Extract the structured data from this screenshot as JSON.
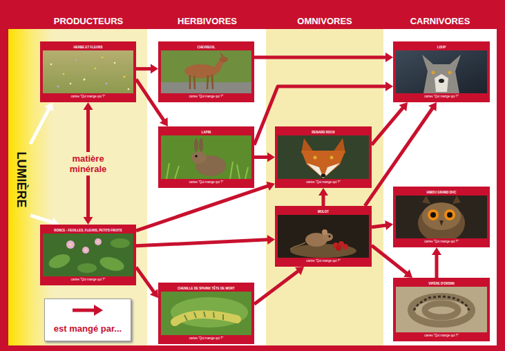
{
  "diagram": {
    "nodes": [
      {
        "text": [
          "LUMIÈRE"
        ]
      },
      {
        "text": [
          "HERBE ET FLEURS",
          "cartes \"Qui mange qui ?\""
        ]
      },
      {
        "text": [
          "CHEVREUIL",
          "cartes \"Qui mange qui ?\""
        ]
      },
      {
        "text": [
          "LOUP",
          "cartes \"Qui mange qui ?\""
        ]
      },
      {
        "text": [
          "LAPIN",
          "cartes \"Qui mange qui ?\""
        ]
      },
      {
        "text": [
          "RENARD ROUX",
          "cartes \"Qui mange qui ?\""
        ]
      },
      {
        "text": [
          "HIBOU GRAND DUC",
          "cartes \"Qui mange qui ?\""
        ]
      },
      {
        "text": [
          "RONCE - FEUILLES, FLEURS, PETITS FRUITS",
          "cartes \"Qui mange qui ?\""
        ]
      },
      {
        "text": [
          "MULOT",
          "cartes \"Qui mange qui ?\""
        ]
      },
      {
        "text": [
          "CHENILLE DE SPHINX TÊTE DE MORT",
          "cartes \"Qui mange qui ?\""
        ]
      },
      {
        "text": [
          "VIPÈRE D'ORSINI",
          "cartes \"Qui mange qui ?\""
        ]
      }
    ],
    "edges": [
      {
        "from": 0,
        "to": 1,
        "arrow": "to"
      },
      {
        "from": 0,
        "to": 7,
        "arrow": "to"
      },
      {
        "from": 1,
        "to": 7,
        "label": "matière minérale",
        "arrow": "both"
      },
      {
        "from": 1,
        "to": 2,
        "arrow": "to"
      },
      {
        "from": 1,
        "to": 4,
        "arrow": "to"
      },
      {
        "from": 2,
        "to": 3,
        "arrow": "to"
      },
      {
        "from": 4,
        "to": 3,
        "arrow": "to"
      },
      {
        "from": 4,
        "to": 5,
        "arrow": "to"
      },
      {
        "from": 5,
        "to": 3,
        "arrow": "to"
      },
      {
        "from": 7,
        "to": 5,
        "arrow": "to"
      },
      {
        "from": 7,
        "to": 8,
        "arrow": "to"
      },
      {
        "from": 7,
        "to": 9,
        "arrow": "to"
      },
      {
        "from": 9,
        "to": 8,
        "arrow": "to"
      },
      {
        "from": 8,
        "to": 5,
        "arrow": "to"
      },
      {
        "from": 8,
        "to": 3,
        "arrow": "to"
      },
      {
        "from": 8,
        "to": 6,
        "arrow": "to"
      },
      {
        "from": 8,
        "to": 10,
        "arrow": "to"
      },
      {
        "from": 10,
        "to": 6,
        "arrow": "to"
      }
    ],
    "labels": [
      "PRODUCTEURS",
      "HERBIVORES",
      "OMNIVORES",
      "CARNIVORES"
    ],
    "legend": [
      {
        "text": "est mangé par..."
      }
    ]
  }
}
